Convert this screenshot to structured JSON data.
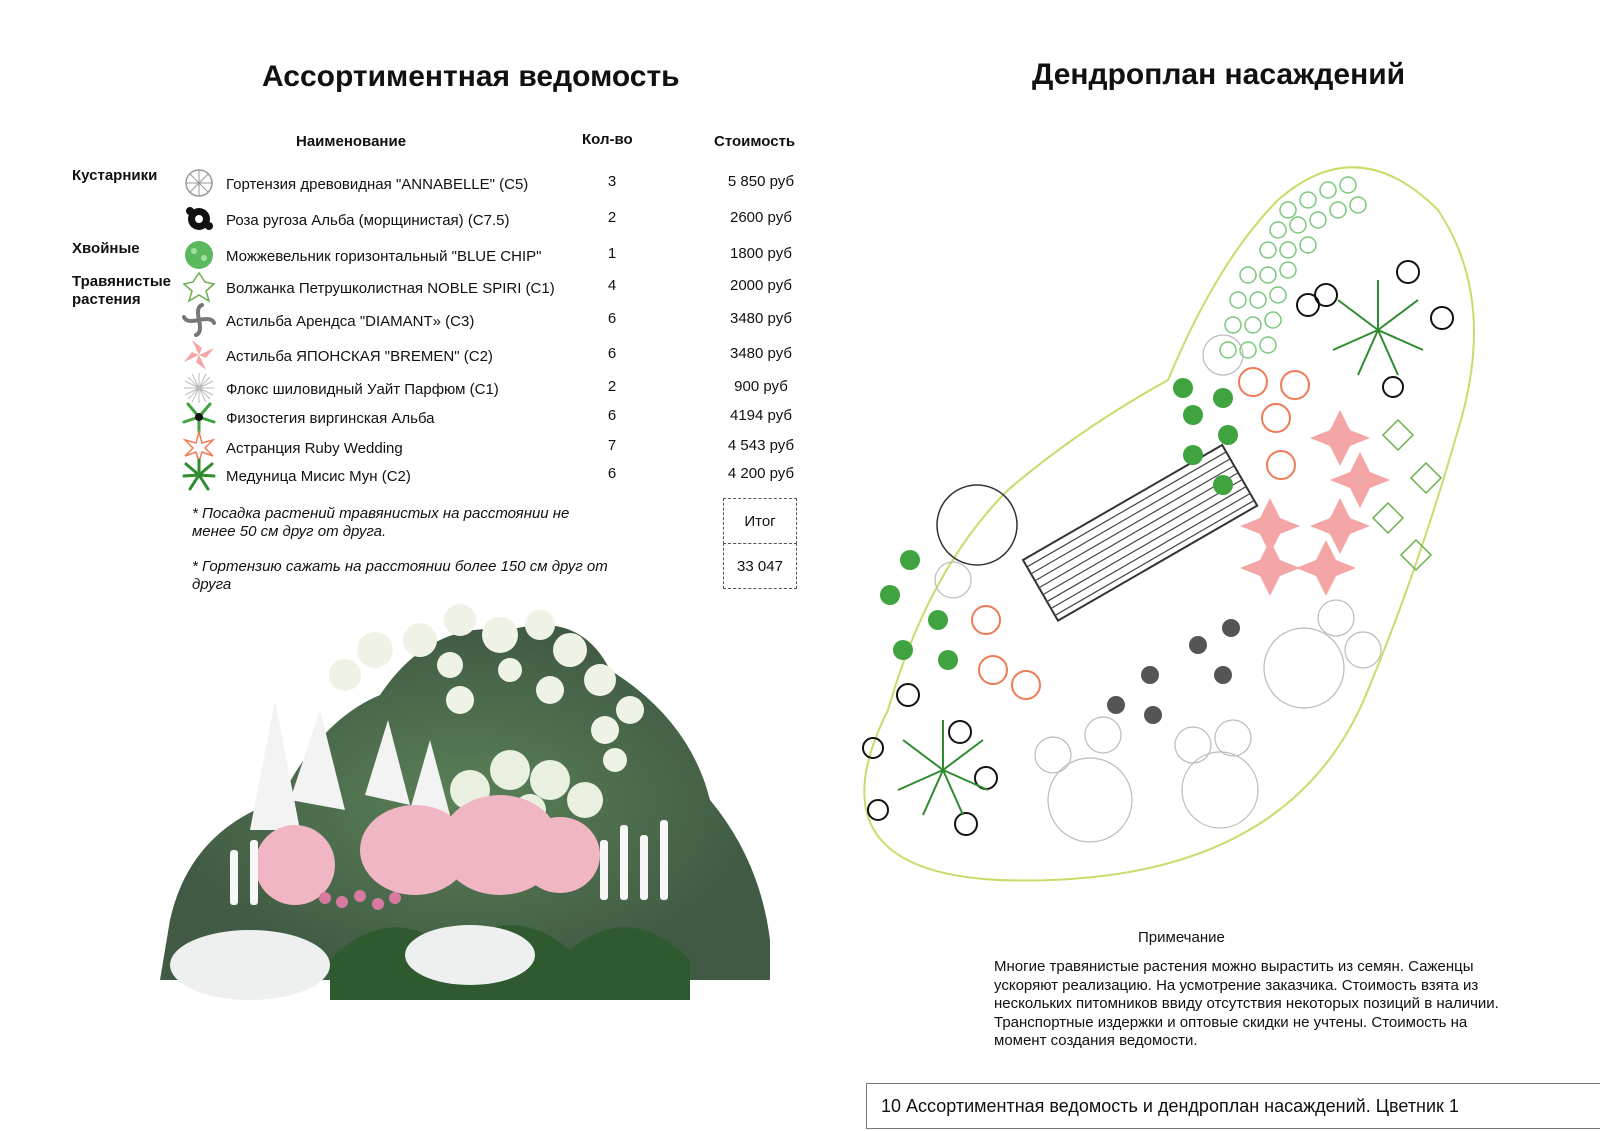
{
  "left": {
    "title": "Ассортиментная ведомость",
    "col_name": "Наименование",
    "col_qty": "Кол-во",
    "col_cost": "Стоимость",
    "categories": {
      "shrubs": "Кустарники",
      "conifers": "Хвойные",
      "herbaceous": "Травянистые растения"
    },
    "plants": [
      {
        "name": "Гортензия древовидная \"ANNABELLE\" (C5)",
        "qty": "3",
        "cost": "5 850 руб",
        "icon": "hydrangea-icon",
        "color": "#9a9a9a"
      },
      {
        "name": "Роза ругоза Альба (морщинистая) (С7.5)",
        "qty": "2",
        "cost": "2600 руб",
        "icon": "rose-icon",
        "color": "#111111"
      },
      {
        "name": "Можжевельник горизонтальный \"BLUE CHIP\"",
        "qty": "1",
        "cost": "1800 руб",
        "icon": "juniper-icon",
        "color": "#5cb85c"
      },
      {
        "name": "Волжанка Петрушколистная NOBLE SPIRI (C1)",
        "qty": "4",
        "cost": "2000 руб",
        "icon": "aruncus-icon",
        "color": "#6ab04c"
      },
      {
        "name": "Астильба Арендса \"DIAMANT» (C3)",
        "qty": "6",
        "cost": "3480 руб",
        "icon": "astilbe-white-icon",
        "color": "#777777"
      },
      {
        "name": "Астильба ЯПОНСКАЯ \"BREMEN\" (C2)",
        "qty": "6",
        "cost": "3480 руб",
        "icon": "astilbe-pink-icon",
        "color": "#f4a6a6"
      },
      {
        "name": "Флокс шиловидный Уайт Парфюм (C1)",
        "qty": "2",
        "cost": "900 руб",
        "icon": "phlox-icon",
        "color": "#bbbbbb"
      },
      {
        "name": "Физостегия виргинская Альба",
        "qty": "6",
        "cost": "4194 руб",
        "icon": "physostegia-icon",
        "color": "#3fa33f"
      },
      {
        "name": "Астранция Ruby Wedding",
        "qty": "7",
        "cost": "4 543 руб",
        "icon": "astrantia-icon",
        "color": "#f07a55"
      },
      {
        "name": "Медуница Мисис Мун (C2)",
        "qty": "6",
        "cost": "4 200 руб",
        "icon": "pulmonaria-icon",
        "color": "#2e8b2e"
      }
    ],
    "note1": "* Посадка растений травянистых на расстоянии не менее 50 см друг от друга.",
    "note2": "* Гортензию сажать на расстоянии более 150 см друг от друга",
    "total_label": "Итог",
    "total_value": "33 047"
  },
  "right": {
    "title": "Дендроплан насаждений",
    "remark_title": "Примечание",
    "remark": "Многие травянистые растения можно вырастить из семян. Саженцы ускоряют реализацию. На усмотрение заказчика. Стоимость взята из нескольких питомников ввиду отсутствия некоторых позиций в наличии. Транспортные издержки и оптовые скидки не учтены. Стоимость на момент создания ведомости.",
    "plan_outline_color": "#c8dc6a"
  },
  "footer": "10 Ассортиментная ведомость и дендроплан насаждений. Цветник 1"
}
